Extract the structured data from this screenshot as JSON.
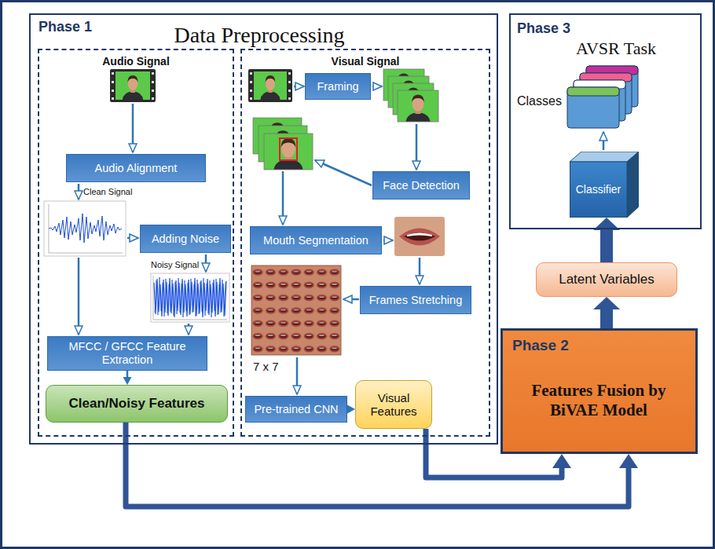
{
  "diagram": {
    "nodes": [
      {
        "text": [
          "Phase 1",
          "Data Preprocessing"
        ]
      },
      {
        "text": [
          "Audio Signal"
        ],
        "in": 0
      },
      {
        "text": [
          "Audio Alignment"
        ],
        "in": 1
      },
      {
        "text": [
          "Adding Noise"
        ],
        "in": 1
      },
      {
        "text": [
          "MFCC / GFCC Feature Extraction"
        ],
        "in": 1
      },
      {
        "text": [
          "Clean/Noisy Features"
        ],
        "in": 1
      },
      {
        "text": [
          "Visual Signal"
        ],
        "in": 0
      },
      {
        "text": [
          "Framing"
        ],
        "in": 6
      },
      {
        "text": [
          "Face Detection"
        ],
        "in": 6
      },
      {
        "text": [
          "Mouth Segmentation"
        ],
        "in": 6
      },
      {
        "text": [
          "Frames Stretching"
        ],
        "in": 6
      },
      {
        "text": [
          "Pre-trained CNN"
        ],
        "in": 6
      },
      {
        "text": [
          "Visual Features"
        ],
        "in": 6
      },
      {
        "text": [
          "Phase 3",
          "AVSR Task"
        ]
      },
      {
        "text": [
          "Classifier"
        ],
        "in": 13
      },
      {
        "text": [
          "Latent Variables"
        ]
      },
      {
        "text": [
          "Phase 2",
          "Features Fusion by BiVAE Model"
        ]
      }
    ],
    "edges": [
      {
        "from": 4,
        "to": 5,
        "arrow": "to"
      },
      {
        "from": 11,
        "to": 12,
        "arrow": "to"
      },
      {
        "from": 5,
        "to": 16,
        "arrow": "to"
      },
      {
        "from": 12,
        "to": 16,
        "arrow": "to"
      },
      {
        "from": 16,
        "to": 15,
        "arrow": "to"
      },
      {
        "from": 15,
        "to": 14,
        "arrow": "to"
      }
    ],
    "labels": [
      "Clean Signal",
      "Noisy Signal",
      "7 x 7",
      "Classes"
    ]
  }
}
